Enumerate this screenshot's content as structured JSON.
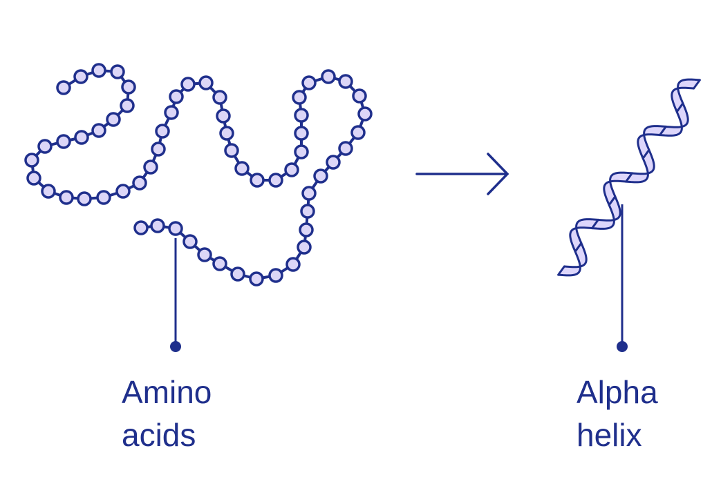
{
  "labels": {
    "amino_acids": {
      "line1": "Amino",
      "line2": "acids"
    },
    "alpha_helix": {
      "line1": "Alpha",
      "line2": "helix"
    }
  },
  "colors": {
    "stroke": "#1f2f8c",
    "bead_fill": "#dcd6f7",
    "ribbon_fill": "#ddd6fb",
    "background": "#ffffff"
  },
  "elements": {
    "chain": "amino-acid-chain",
    "arrow": "arrow-right-icon",
    "helix": "alpha-helix-ribbon"
  }
}
